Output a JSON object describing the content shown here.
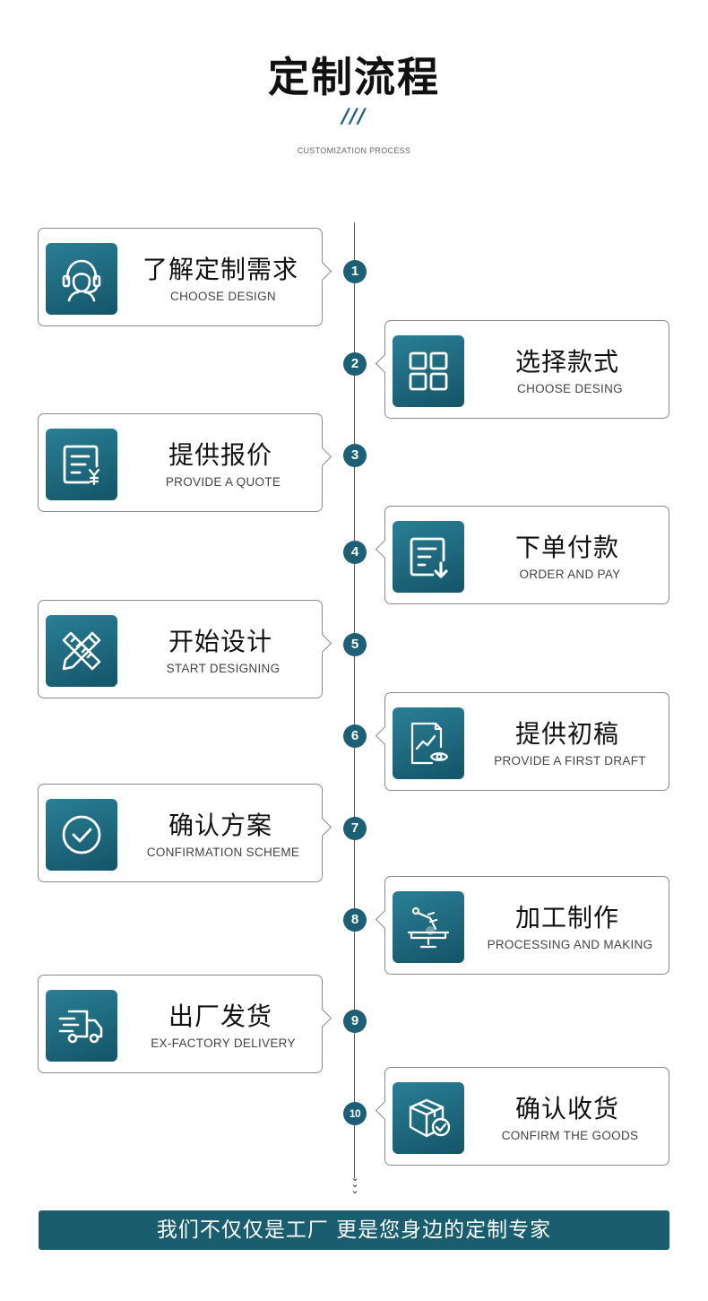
{
  "header": {
    "title": "定制流程",
    "slashes": "///",
    "subtitle": "CUSTOMIZATION PROCESS"
  },
  "steps": [
    {
      "num": "1",
      "zh": "了解定制需求",
      "en": "CHOOSE DESIGN",
      "icon": "customer-service-icon"
    },
    {
      "num": "2",
      "zh": "选择款式",
      "en": "CHOOSE DESING",
      "icon": "grid-icon"
    },
    {
      "num": "3",
      "zh": "提供报价",
      "en": "PROVIDE A QUOTE",
      "icon": "quote-document-icon"
    },
    {
      "num": "4",
      "zh": "下单付款",
      "en": "ORDER AND PAY",
      "icon": "order-download-icon"
    },
    {
      "num": "5",
      "zh": "开始设计",
      "en": "START DESIGNING",
      "icon": "ruler-pencil-icon"
    },
    {
      "num": "6",
      "zh": "提供初稿",
      "en": "PROVIDE A FIRST DRAFT",
      "icon": "draft-chart-icon"
    },
    {
      "num": "7",
      "zh": "确认方案",
      "en": "CONFIRMATION SCHEME",
      "icon": "check-circle-icon"
    },
    {
      "num": "8",
      "zh": "加工制作",
      "en": "PROCESSING AND MAKING",
      "icon": "robot-arm-icon"
    },
    {
      "num": "9",
      "zh": "出厂发货",
      "en": "EX-FACTORY DELIVERY",
      "icon": "delivery-truck-icon"
    },
    {
      "num": "10",
      "zh": "确认收货",
      "en": "CONFIRM THE GOODS",
      "icon": "package-check-icon"
    }
  ],
  "banner": "我们不仅仅是工厂 更是您身边的定制专家",
  "colors": {
    "accent": "#1d5f74",
    "banner": "#1a5d6e"
  }
}
